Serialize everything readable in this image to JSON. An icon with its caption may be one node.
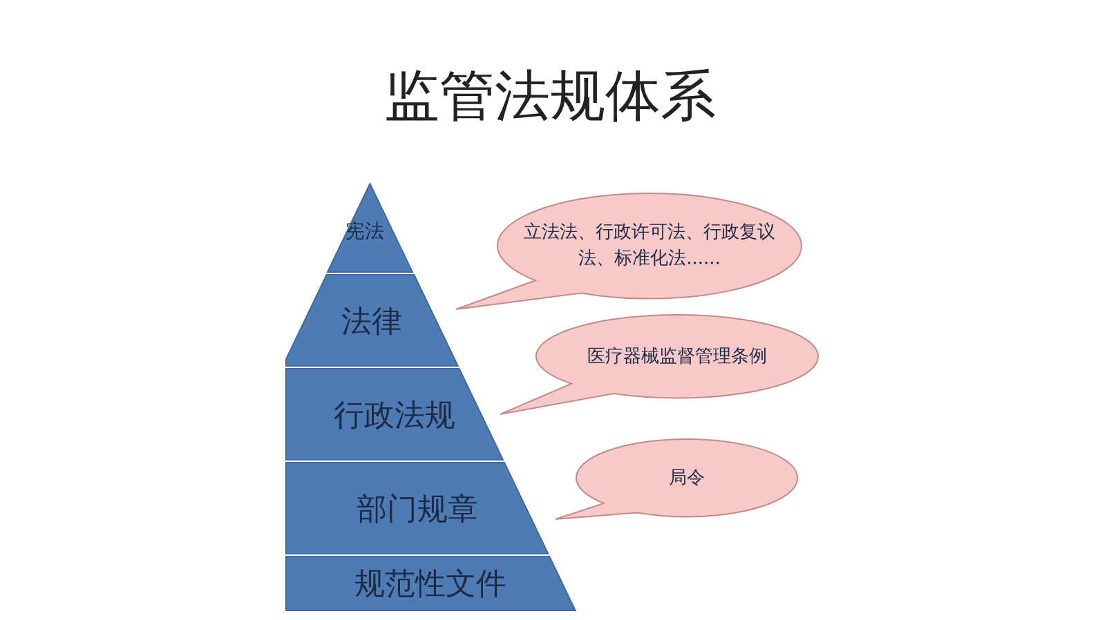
{
  "diagram": {
    "title": "监管法规体系",
    "nodes": [
      {
        "text": [
          "宪法"
        ]
      },
      {
        "text": [
          "法律"
        ]
      },
      {
        "text": [
          "行政法规"
        ]
      },
      {
        "text": [
          "部门规章"
        ]
      },
      {
        "text": [
          "规范性文件"
        ]
      },
      {
        "text": [
          "立法法、行政许可法、行政复议法、标准化法......"
        ]
      },
      {
        "text": [
          "医疗器械监督管理条例"
        ]
      },
      {
        "text": [
          "局令"
        ]
      }
    ]
  }
}
